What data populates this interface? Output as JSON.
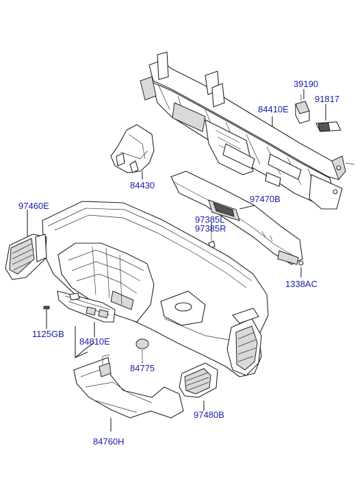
{
  "labels": {
    "p39190": "39190",
    "p91817": "91817",
    "p84410E": "84410E",
    "p84430": "84430",
    "p97460E": "97460E",
    "p97470B": "97470B",
    "p97385L": "97385L",
    "p97385R": "97385R",
    "p1338AC": "1338AC",
    "p1125GB": "1125GB",
    "p84810E": "84810E",
    "p84775": "84775",
    "p97480B": "97480B",
    "p84760H": "84760H"
  },
  "colors": {
    "label": "#1a1aa8",
    "line": "#222222"
  }
}
